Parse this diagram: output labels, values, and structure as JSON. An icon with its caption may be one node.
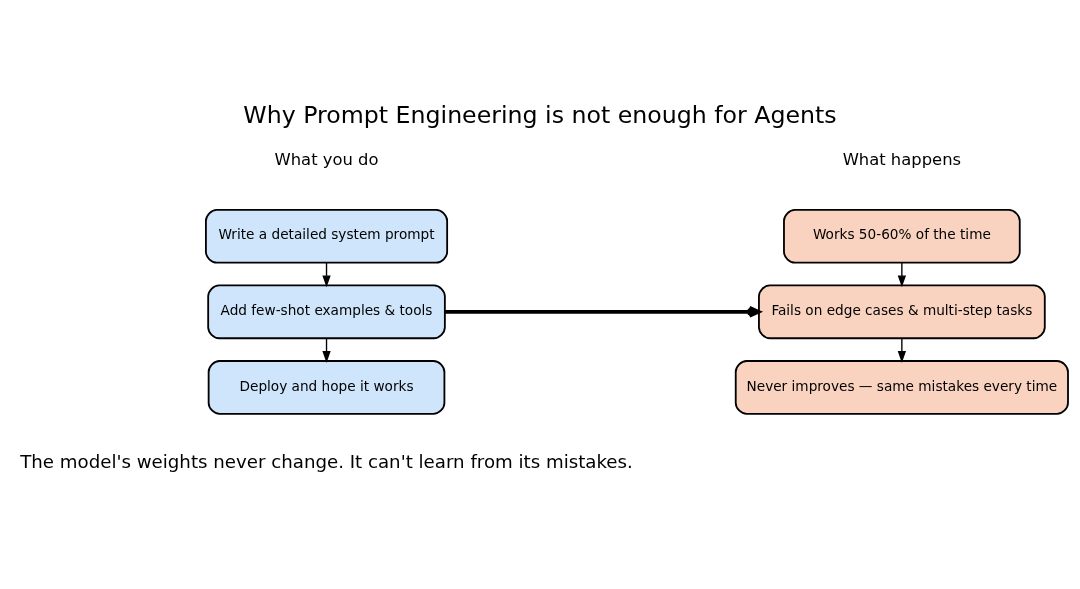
{
  "diagram": {
    "title": "Why Prompt Engineering is not enough for Agents",
    "caption": "The model's weights never change. It can't learn from its mistakes.",
    "nodes": [
      {
        "text": [
          "Write a detailed system prompt"
        ]
      },
      {
        "text": [
          "Add few-shot examples & tools"
        ]
      },
      {
        "text": [
          "Deploy and hope it works"
        ]
      },
      {
        "text": [
          "Works 50-60% of the time"
        ]
      },
      {
        "text": [
          "Fails on edge cases & multi-step tasks"
        ]
      },
      {
        "text": [
          "Never improves — same mistakes every time"
        ]
      }
    ],
    "edges": [
      {
        "from": 0,
        "to": 1,
        "arrow": "to"
      },
      {
        "from": 1,
        "to": 2,
        "arrow": "to"
      },
      {
        "from": 3,
        "to": 4,
        "arrow": "to"
      },
      {
        "from": 4,
        "to": 5,
        "arrow": "to"
      },
      {
        "from": 1,
        "to": 4,
        "arrow": "to",
        "style": "thick"
      }
    ],
    "labels": [
      "What you do",
      "What happens"
    ]
  }
}
